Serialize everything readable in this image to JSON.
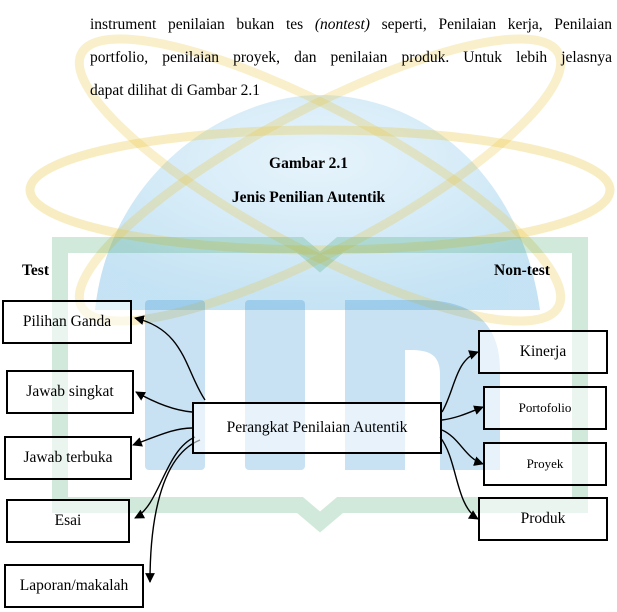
{
  "paragraph": {
    "line1_before": "instrument penilaian bukan tes ",
    "line1_italic": "(nontest)",
    "line1_after": " seperti, Penilaian kerja, Penilaian",
    "line2": "portfolio, penilaian proyek, dan penilaian produk. Untuk lebih jelasnya",
    "line3": "dapat dilihat di Gambar 2.1"
  },
  "figure": {
    "label": "Gambar 2.1",
    "title": "Jenis Penilian Autentik",
    "center_box": "Perangkat Penilaian Autentik",
    "test_heading": "Test",
    "nontest_heading": "Non-test",
    "test_items": [
      "Pilihan Ganda",
      "Jawab singkat",
      "Jawab terbuka",
      "Esai",
      "Laporan/makalah"
    ],
    "nontest_items": [
      "Kinerja",
      "Portofolio",
      "Proyek",
      "Produk"
    ]
  },
  "colors": {
    "watermark_green": "#2e9a5a",
    "watermark_blue": "#2f8fcf",
    "watermark_gold": "#e9c640"
  }
}
